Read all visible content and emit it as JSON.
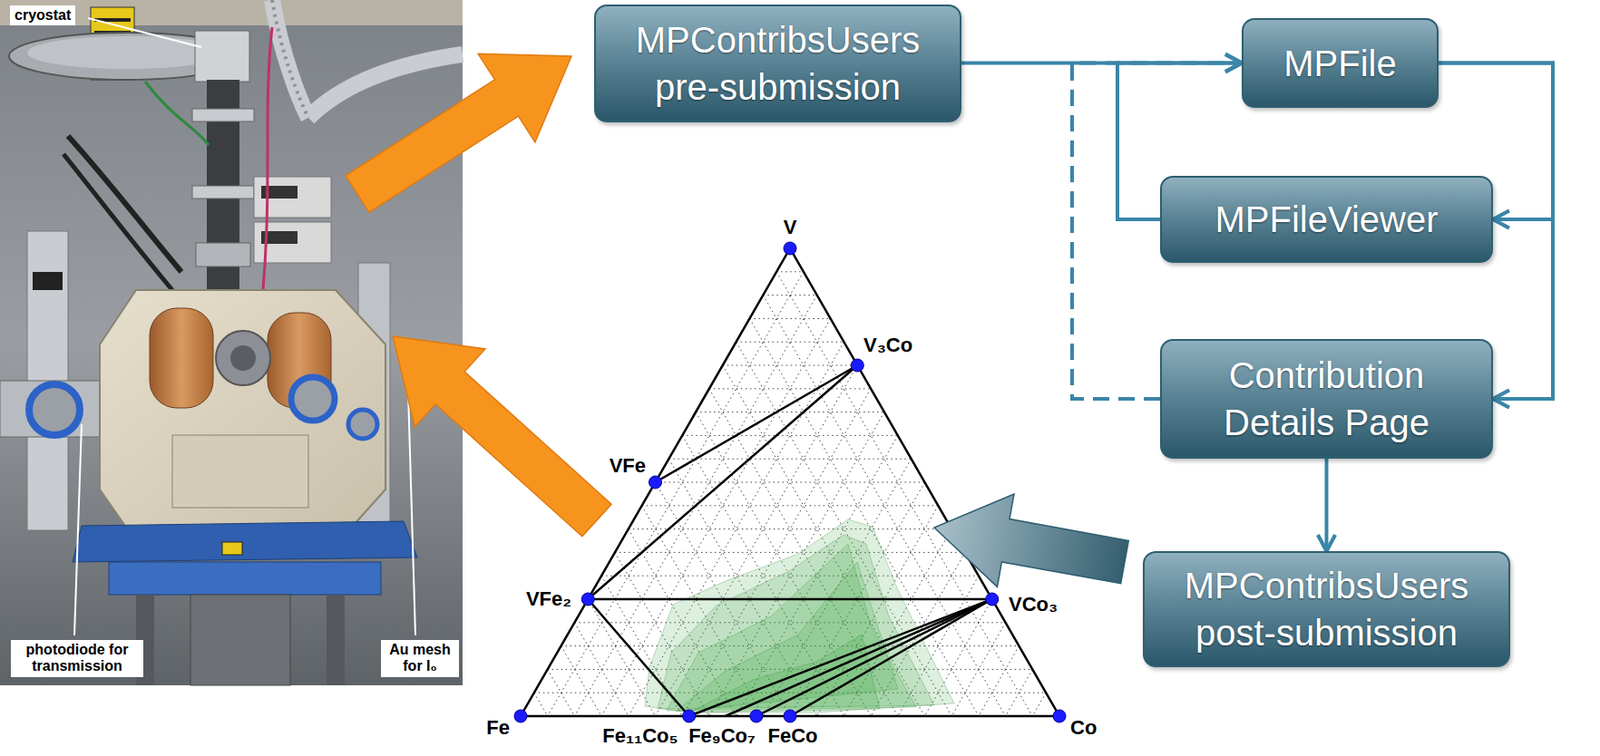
{
  "diagram": {
    "nodes": [
      {
        "text": [
          "MPContribsUsers pre-submission"
        ]
      },
      {
        "text": [
          "MPFile"
        ]
      },
      {
        "text": [
          "MPFileViewer"
        ]
      },
      {
        "text": [
          "Contribution Details Page"
        ]
      },
      {
        "text": [
          "MPContribsUsers post-submission"
        ]
      }
    ],
    "edges": [
      {
        "from": 0,
        "to": 1,
        "arrow": "to"
      },
      {
        "from": 1,
        "to": 2,
        "arrow": "to"
      },
      {
        "from": 2,
        "to": 1,
        "arrow": "to"
      },
      {
        "from": 1,
        "to": 3,
        "arrow": "to"
      },
      {
        "from": 3,
        "to": 1,
        "arrow": "to"
      },
      {
        "from": 3,
        "to": 4,
        "arrow": "to"
      }
    ],
    "labels": [
      "cryostat",
      "photodiode for transmission",
      "Au mesh for I₀",
      "V",
      "V₃Co",
      "VFe",
      "VFe₂",
      "VCo₃",
      "Fe",
      "Fe₁₁Co₅",
      "Fe₉Co₇",
      "FeCo",
      "Co"
    ]
  }
}
